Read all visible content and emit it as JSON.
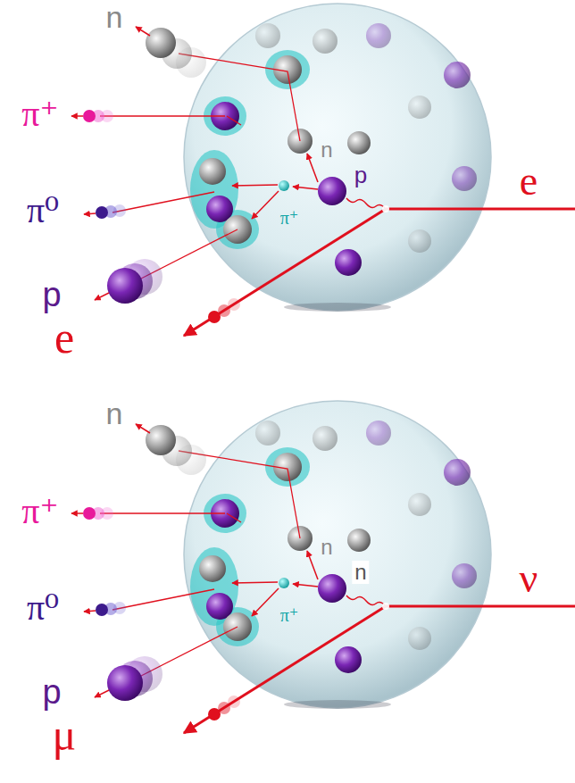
{
  "diagram": {
    "labels": [
      "n",
      "π⁺",
      "n",
      "p",
      "e",
      "π⁺",
      "π⁰",
      "p",
      "e",
      "n",
      "π⁺",
      "n",
      "n",
      "ν",
      "π⁺",
      "π⁰",
      "p",
      "μ"
    ]
  }
}
